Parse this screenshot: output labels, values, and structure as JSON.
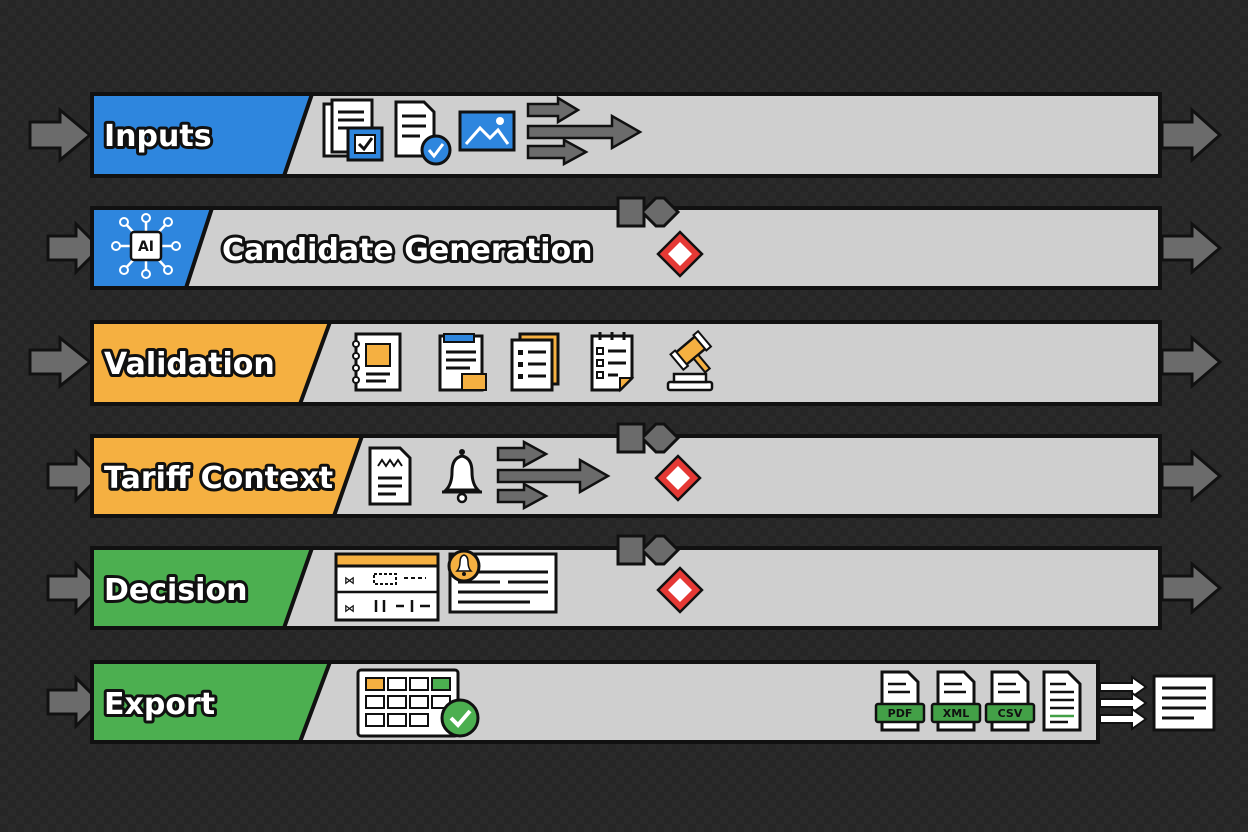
{
  "lanes": [
    {
      "label": "Inputs",
      "color": "#2e86de"
    },
    {
      "label": "Candidate Generation",
      "color": "#2e86de"
    },
    {
      "label": "Validation",
      "color": "#f5b041"
    },
    {
      "label": "Tariff Context",
      "color": "#f5b041"
    },
    {
      "label": "Decision",
      "color": "#4caf50"
    },
    {
      "label": "Export",
      "color": "#4caf50"
    }
  ],
  "ai_badge": "AI",
  "export_formats": [
    "PDF",
    "XML",
    "CSV"
  ],
  "colors": {
    "lane_body": "#cfcfcf",
    "outline": "#111111",
    "connector_arrow": "#6b6b6b",
    "diamond": "#e53935",
    "format_tag": "#43a047"
  }
}
